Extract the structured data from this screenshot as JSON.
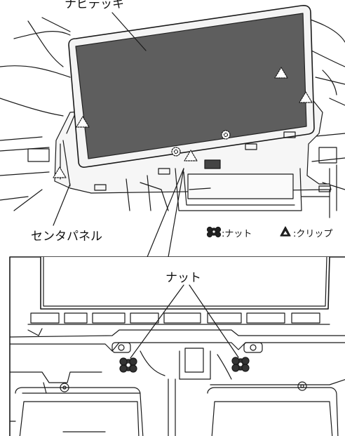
{
  "labels": {
    "navi_device": "ナビデッキ",
    "center_panel": "センタパネル",
    "nut": "ナット",
    "legend_nut": ":ナット",
    "legend_clip": ":クリップ"
  },
  "colors": {
    "line": "#1a1a1a",
    "screen": "#5e5e5e",
    "frame": "#f4f4f4",
    "background": "#ffffff"
  },
  "icons": {
    "nut_marker": "nut-icon",
    "clip_marker": "clip-icon"
  }
}
